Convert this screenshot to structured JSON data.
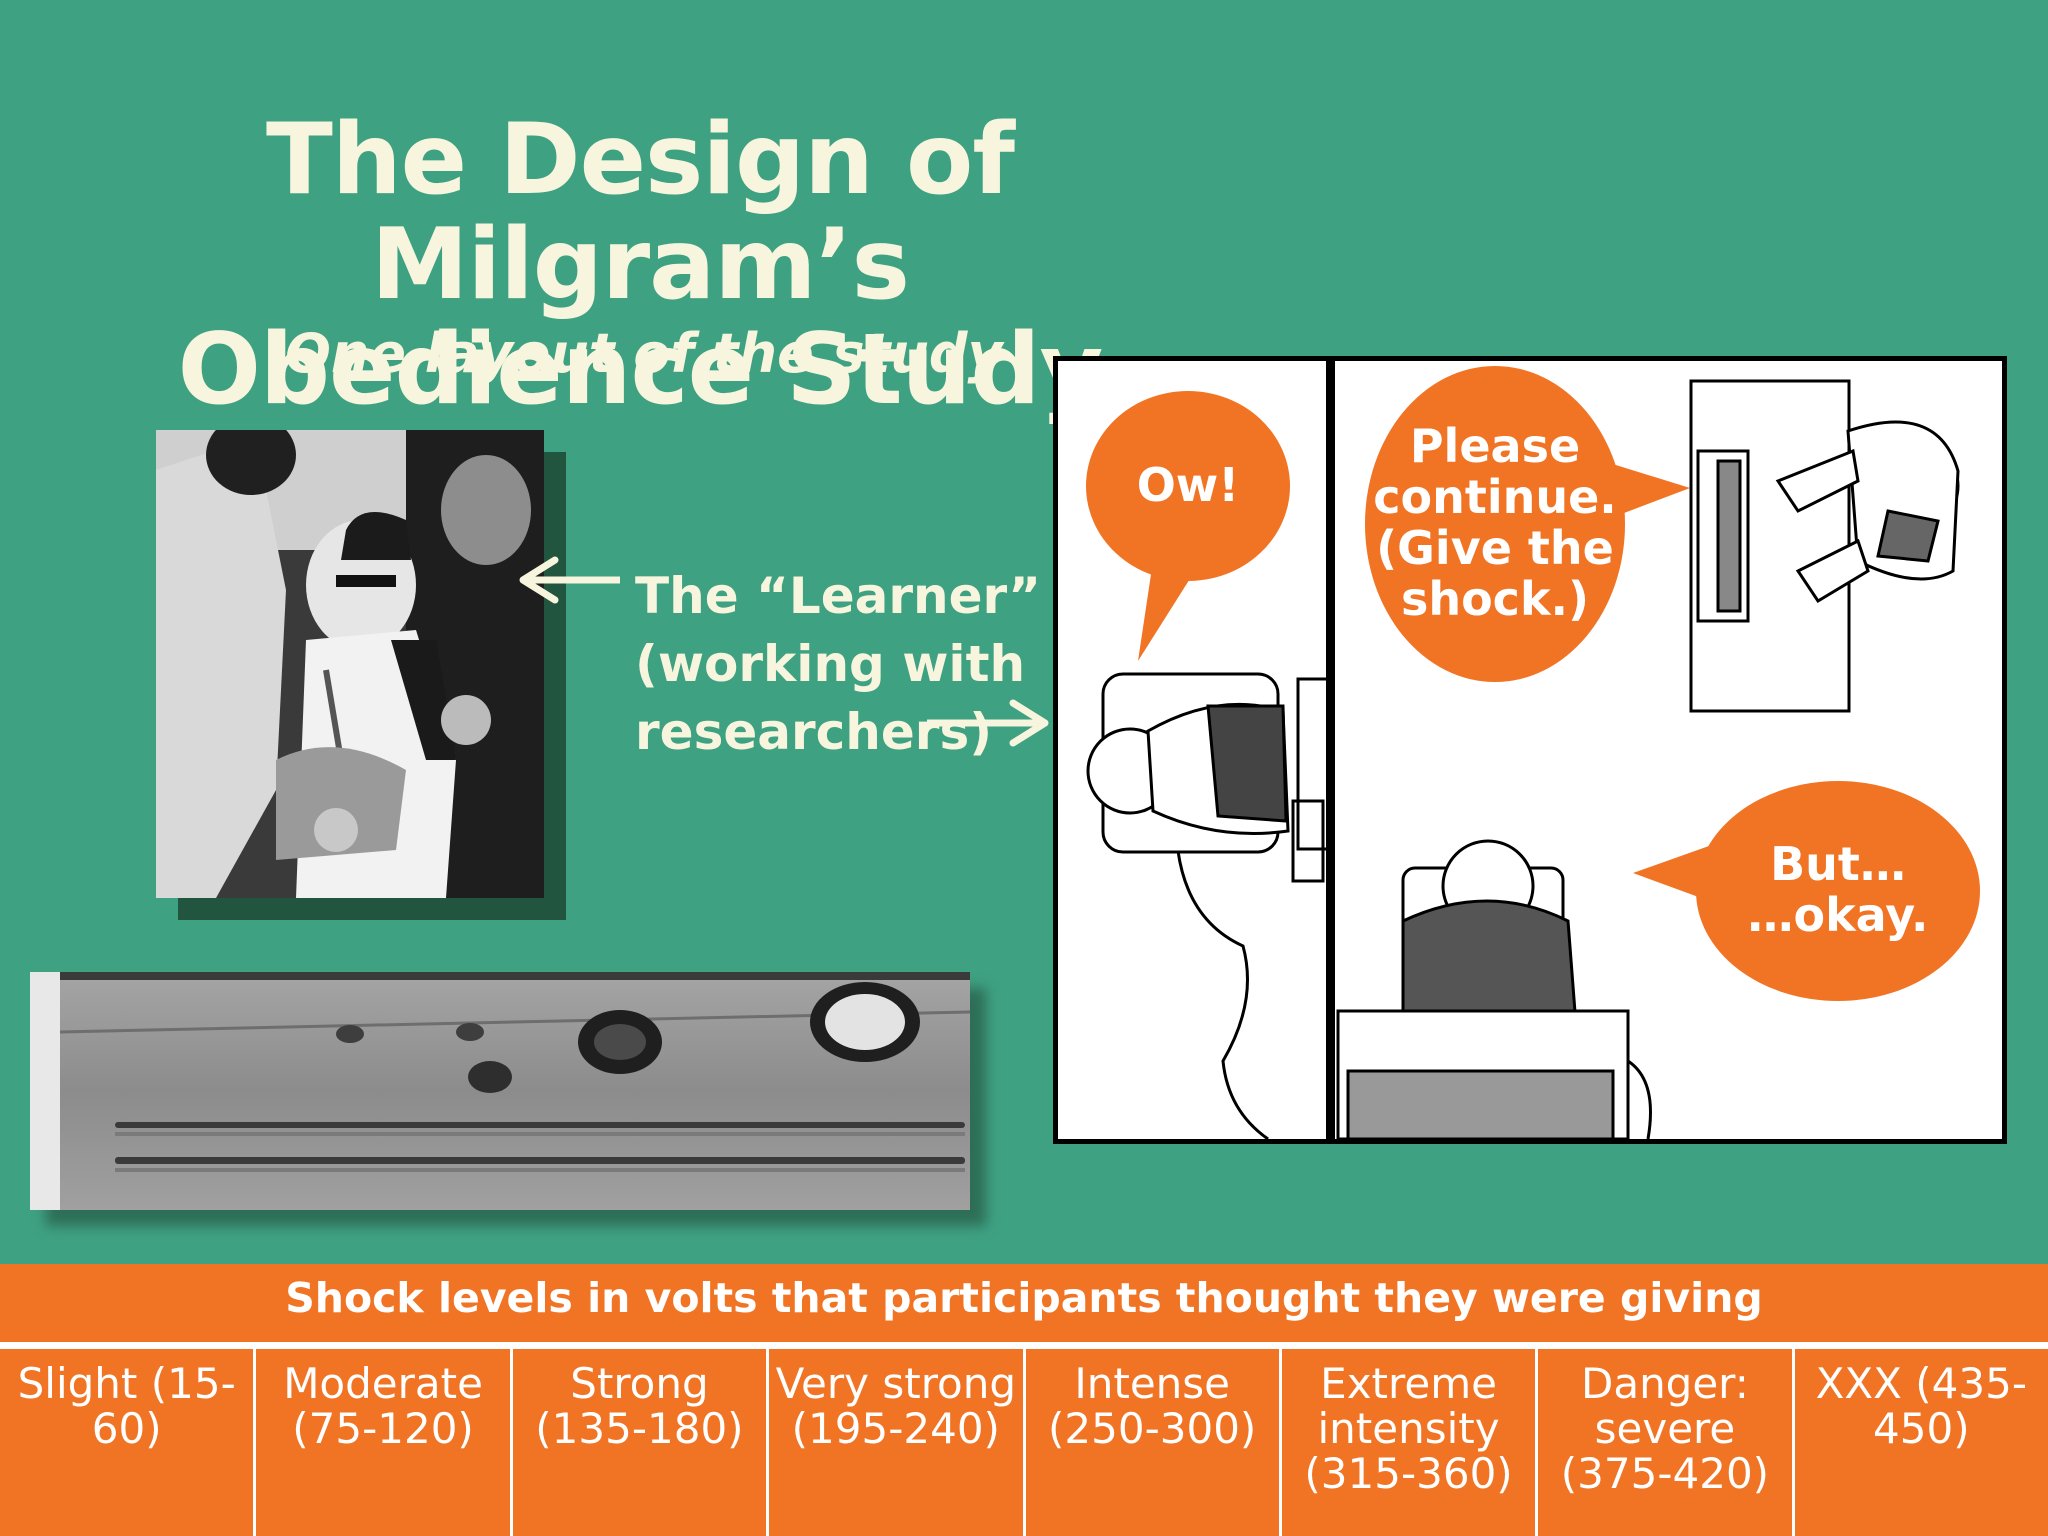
{
  "slide": {
    "title_line1": "The Design of Milgram’s",
    "title_line2": "Obedience Study",
    "subtitle": "One layout  of the study"
  },
  "learner": {
    "line1": "The “Learner”",
    "line2": "(working with",
    "line3": "researchers)"
  },
  "bubbles": {
    "learner": "Ow!",
    "experimenter_line1": "Please",
    "experimenter_line2": "continue.",
    "experimenter_line3": "(Give the",
    "experimenter_line4": "shock.)",
    "teacher_line1": "But…",
    "teacher_line2": "…okay."
  },
  "shock_table": {
    "header": "Shock levels in volts that participants thought they were giving",
    "levels": [
      "Slight (15-60)",
      "Moderate (75-120)",
      "Strong (135-180)",
      "Very strong (195-240)",
      "Intense (250-300)",
      "Extreme intensity (315-360)",
      "Danger: severe (375-420)",
      "XXX (435-450)"
    ]
  },
  "colors": {
    "background": "#3ea182",
    "title_text": "#f7f5dd",
    "accent_orange": "#f07424"
  }
}
